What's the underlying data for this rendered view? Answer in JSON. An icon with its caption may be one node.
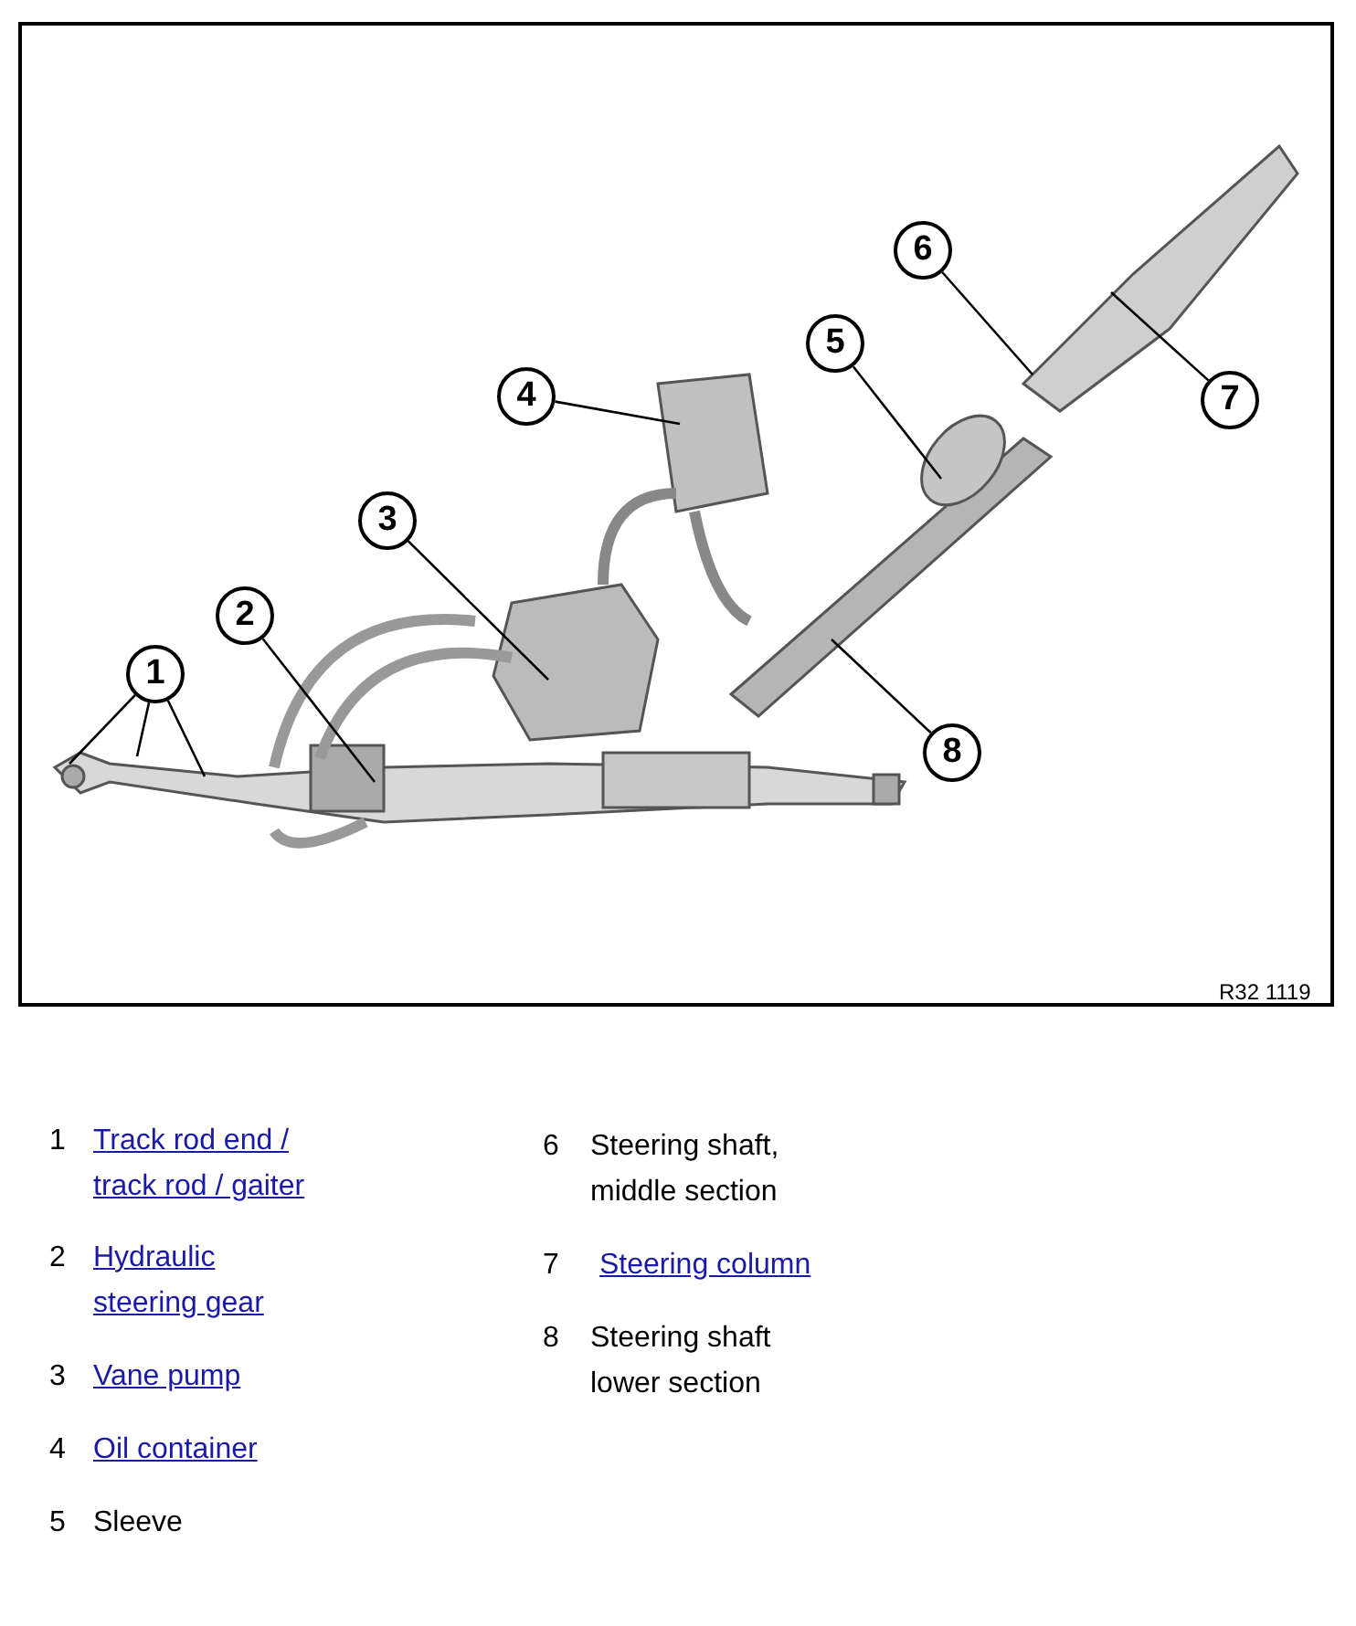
{
  "diagram": {
    "nodes": [
      {
        "text": [
          "1"
        ]
      },
      {
        "text": [
          "2"
        ]
      },
      {
        "text": [
          "3"
        ]
      },
      {
        "text": [
          "4"
        ]
      },
      {
        "text": [
          "5"
        ]
      },
      {
        "text": [
          "6"
        ]
      },
      {
        "text": [
          "7"
        ]
      },
      {
        "text": [
          "8"
        ]
      }
    ],
    "edges": [
      {
        "from": 0,
        "to": null,
        "arrow": "none"
      },
      {
        "from": 0,
        "to": null,
        "arrow": "none"
      },
      {
        "from": 0,
        "to": null,
        "arrow": "none"
      },
      {
        "from": 1,
        "to": null,
        "arrow": "none"
      },
      {
        "from": 2,
        "to": null,
        "arrow": "none"
      },
      {
        "from": 3,
        "to": null,
        "arrow": "none"
      },
      {
        "from": 4,
        "to": null,
        "arrow": "none"
      },
      {
        "from": 5,
        "to": null,
        "arrow": "none"
      },
      {
        "from": 6,
        "to": null,
        "arrow": "none"
      },
      {
        "from": 7,
        "to": null,
        "arrow": "none"
      }
    ],
    "labels": [
      "R32 1119",
      "1",
      "Track rod end / track rod / gaiter",
      "2",
      "Hydraulic steering gear",
      "3",
      "Vane pump",
      "4",
      "Oil container",
      "5",
      "Sleeve",
      "6",
      "Steering shaft, middle section",
      "7",
      "Steering column",
      "8",
      "Steering shaft lower section"
    ]
  }
}
